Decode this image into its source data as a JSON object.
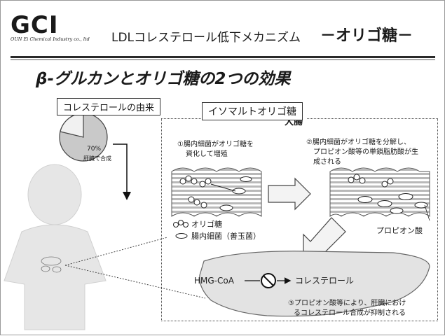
{
  "header": {
    "logo_mark": "GCI",
    "logo_sub": "OUN Ei Chemical Industry co., ltd",
    "title": "LDLコレステロール低下メカニズム",
    "tag": "－オリゴ糖－"
  },
  "subtitle": "β-グルカンとオリゴ糖の2つの効果",
  "left": {
    "cholesterol_box": "コレステロールの由来",
    "pie_percent": "70%",
    "pie_caption": "肝臓で合成"
  },
  "panel": {
    "label": "イソマルトオリゴ糖",
    "section": "大腸",
    "step1_line1": "①腸内細菌がオリゴ糖を",
    "step1_line2": "資化して増殖",
    "step2_line1": "②腸内細菌がオリゴ糖を分解し、",
    "step2_line2": "プロピオン酸等の単鎖脂肪酸が生",
    "step2_line3": "成される",
    "legend_oligo": "オリゴ糖",
    "legend_bacteria": "腸内細菌（善玉菌）",
    "propionic": "プロピオン酸",
    "hmg": "HMG-CoA",
    "cholesterol": "コレステロール",
    "step3_line1": "③プロピオン酸等により、肝臓におけ",
    "step3_line2": "るコレステロール合成が抑制される"
  },
  "icons": [
    "no-symbol-icon",
    "arrow-right-icon",
    "arrow-down-icon"
  ]
}
